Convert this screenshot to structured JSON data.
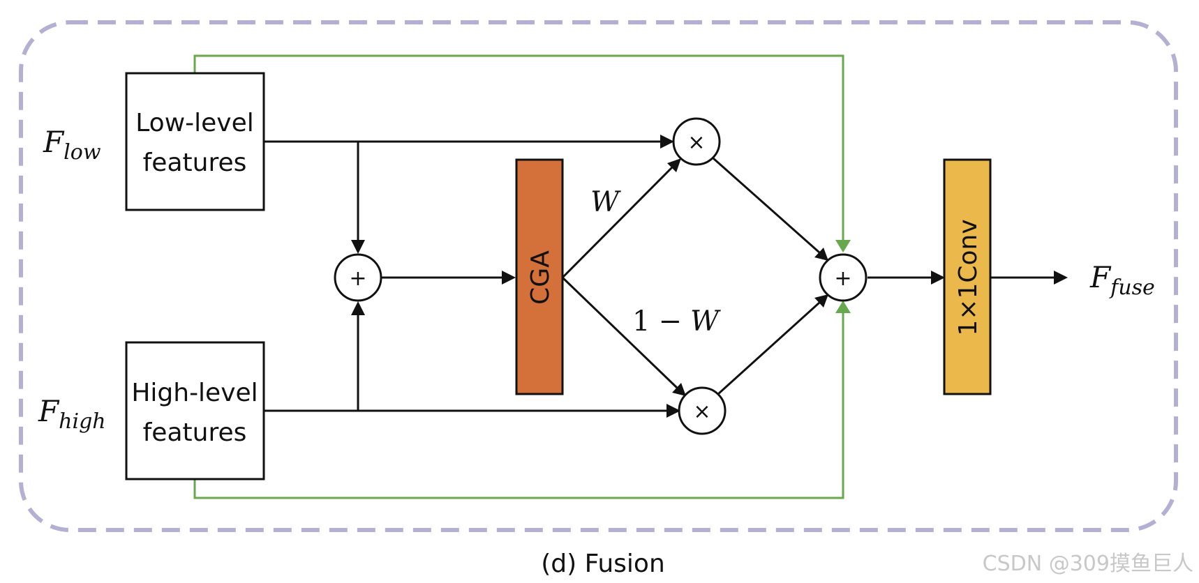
{
  "frame": {
    "border_color": "#b3b0d3"
  },
  "low_box": {
    "line1": "Low-level",
    "line2": "features"
  },
  "high_box": {
    "line1": "High-level",
    "line2": "features"
  },
  "labels": {
    "f_low_main": "F",
    "f_low_sub": "low",
    "f_high_main": "F",
    "f_high_sub": "high",
    "f_fuse_main": "F",
    "f_fuse_sub": "fuse",
    "w": "W",
    "one_minus_w_one": "1",
    "one_minus_w_minus": "−",
    "one_minus_w_w": "W"
  },
  "ops": {
    "add": "+",
    "multiply": "×"
  },
  "cga": {
    "label": "CGA",
    "color": "#d4703a"
  },
  "conv": {
    "label": "1×1Conv",
    "color": "#ebb84c"
  },
  "colors": {
    "arrow": "#111111",
    "skip": "#6aa84f"
  },
  "caption": "(d) Fusion",
  "watermark": "CSDN @309摸鱼巨人"
}
